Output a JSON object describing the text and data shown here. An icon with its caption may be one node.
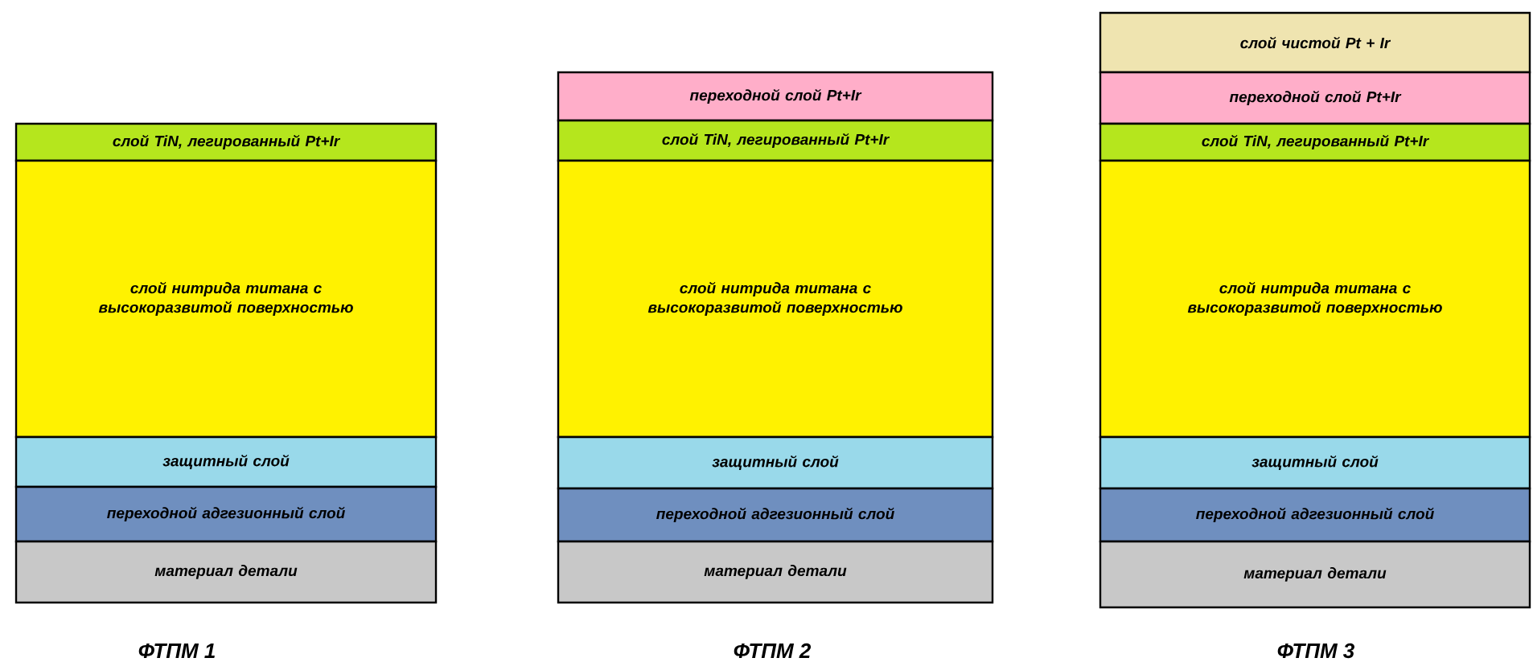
{
  "diagram": {
    "nodes": [
      {
        "text": [
          "слой TiN, легированный Pt+Ir"
        ]
      },
      {
        "text": [
          "слой нитрида титана с высокоразвитой поверхностью"
        ]
      },
      {
        "text": [
          "защитный слой"
        ]
      },
      {
        "text": [
          "переходной адгезионный слой"
        ]
      },
      {
        "text": [
          "материал детали"
        ]
      },
      {
        "text": [
          "переходной слой Pt+Ir"
        ]
      },
      {
        "text": [
          "слой TiN, легированный Pt+Ir"
        ]
      },
      {
        "text": [
          "слой нитрида титана с высокоразвитой поверхностью"
        ]
      },
      {
        "text": [
          "защитный слой"
        ]
      },
      {
        "text": [
          "переходной адгезионный слой"
        ]
      },
      {
        "text": [
          "материал детали"
        ]
      },
      {
        "text": [
          "слой чистой Pt + Ir"
        ]
      },
      {
        "text": [
          "переходной слой Pt+Ir"
        ]
      },
      {
        "text": [
          "слой TiN, легированный Pt+Ir"
        ]
      },
      {
        "text": [
          "слой нитрида титана с высокоразвитой поверхностью"
        ]
      },
      {
        "text": [
          "защитный слой"
        ]
      },
      {
        "text": [
          "переходной адгезионный слой"
        ]
      },
      {
        "text": [
          "материал детали"
        ]
      }
    ],
    "labels": [
      "ФТПМ 1",
      "ФТПМ 2",
      "ФТПМ 3"
    ]
  }
}
